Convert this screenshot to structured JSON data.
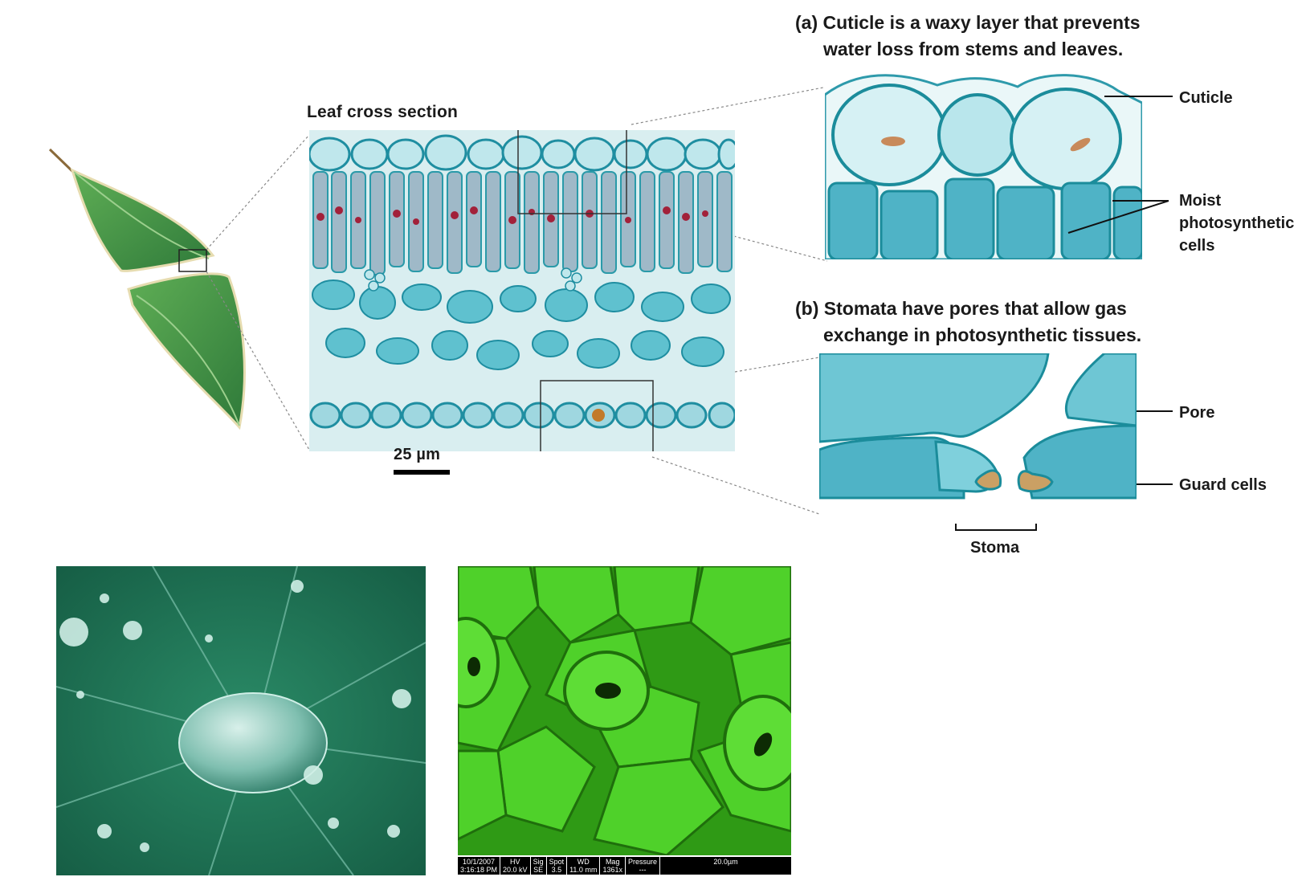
{
  "title_cross_section": "Leaf cross section",
  "scale_label": "25 µm",
  "panel_a": {
    "letter": "(a)",
    "heading_line1": "Cuticle is a waxy layer that prevents",
    "heading_line2": "water loss from stems and leaves.",
    "labels": {
      "cuticle": "Cuticle",
      "moist_line1": "Moist",
      "moist_line2": "photosynthetic",
      "moist_line3": "cells"
    }
  },
  "panel_b": {
    "letter": "(b)",
    "heading_line1": "Stomata have pores that allow gas",
    "heading_line2": "exchange in photosynthetic tissues.",
    "labels": {
      "pore": "Pore",
      "guard_cells": "Guard cells",
      "stoma": "Stoma"
    }
  },
  "sem_info": {
    "date": "10/1/2007",
    "time": "3:16:18 PM",
    "hv_label": "HV",
    "hv_value": "20.0 kV",
    "sig_label": "Sig",
    "sig_value": "SE",
    "spot_label": "Spot",
    "spot_value": "3.5",
    "wd_label": "WD",
    "wd_value": "11.0 mm",
    "mag_label": "Mag",
    "mag_value": "1361x",
    "pressure_label": "Pressure",
    "pressure_value": "---",
    "scale": "20.0µm"
  },
  "colors": {
    "leaf": "#4f9a4b",
    "tissue": "#3fb3c4",
    "sem_green": "#3fc21f",
    "drop_bg": "#1f7a57"
  }
}
